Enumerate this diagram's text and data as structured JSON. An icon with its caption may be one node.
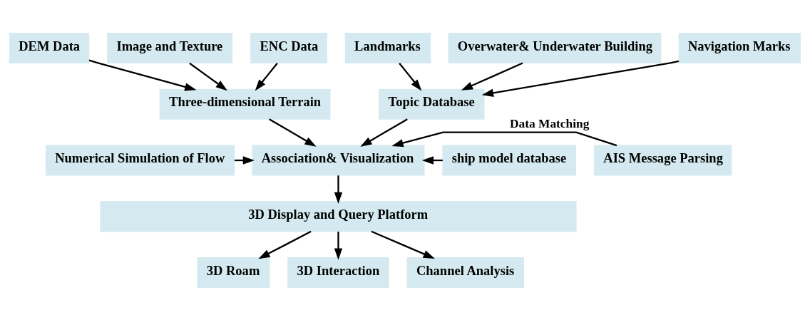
{
  "diagram": {
    "nodes": [
      {
        "text": [
          "DEM Data"
        ]
      },
      {
        "text": [
          "Image and Texture"
        ]
      },
      {
        "text": [
          "ENC Data"
        ]
      },
      {
        "text": [
          "Landmarks"
        ]
      },
      {
        "text": [
          "Overwater& Underwater Building"
        ]
      },
      {
        "text": [
          "Navigation Marks"
        ]
      },
      {
        "text": [
          "Three-dimensional Terrain"
        ]
      },
      {
        "text": [
          "Topic Database"
        ]
      },
      {
        "text": [
          "Numerical Simulation of Flow"
        ]
      },
      {
        "text": [
          "Association& Visualization"
        ]
      },
      {
        "text": [
          "AIS Message Parsing"
        ]
      },
      {
        "text": [
          "ship model database"
        ]
      },
      {
        "text": [
          "3D Display and Query Platform"
        ]
      },
      {
        "text": [
          "3D Roam"
        ]
      },
      {
        "text": [
          "3D Interaction"
        ]
      },
      {
        "text": [
          "Channel Analysis"
        ]
      }
    ],
    "edges": [
      {
        "from": 0,
        "to": 6,
        "arrow": "to"
      },
      {
        "from": 1,
        "to": 6,
        "arrow": "to"
      },
      {
        "from": 2,
        "to": 6,
        "arrow": "to"
      },
      {
        "from": 3,
        "to": 7,
        "arrow": "to"
      },
      {
        "from": 4,
        "to": 7,
        "arrow": "to"
      },
      {
        "from": 5,
        "to": 7,
        "arrow": "to"
      },
      {
        "from": 6,
        "to": 9,
        "arrow": "to"
      },
      {
        "from": 7,
        "to": 9,
        "arrow": "to"
      },
      {
        "from": 8,
        "to": 9,
        "arrow": "to"
      },
      {
        "from": 10,
        "to": 9,
        "arrow": "to",
        "label": "Data Matching"
      },
      {
        "from": 11,
        "to": 9,
        "arrow": "to"
      },
      {
        "from": 9,
        "to": 12,
        "arrow": "to"
      },
      {
        "from": 12,
        "to": 13,
        "arrow": "to"
      },
      {
        "from": 12,
        "to": 14,
        "arrow": "to"
      },
      {
        "from": 12,
        "to": 15,
        "arrow": "to"
      }
    ]
  }
}
